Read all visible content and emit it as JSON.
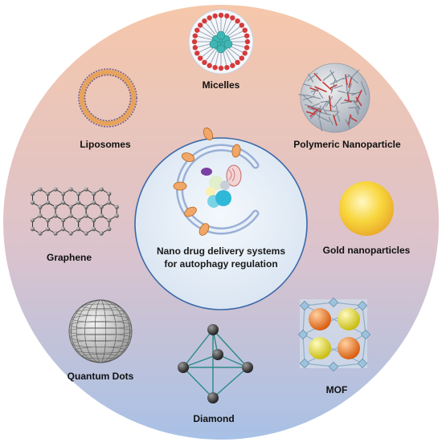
{
  "center": {
    "line1": "Nano drug delivery systems",
    "line2": "for autophagy regulation"
  },
  "items": {
    "micelles": "Micelles",
    "liposomes": "Liposomes",
    "polymeric": "Polymeric Nanoparticle",
    "graphene": "Graphene",
    "gold": "Gold nanoparticles",
    "quantum": "Quantum Dots",
    "diamond": "Diamond",
    "mof": "MOF"
  },
  "colors": {
    "outer_top": "#f5c6a9",
    "outer_bottom": "#a9c2e6",
    "ring_stroke": "#3a68a8",
    "inner_fill": "#e9f0f8",
    "gold": "#f6cf2e",
    "mof_orange": "#ef7a22",
    "mof_yellow": "#e8df2a",
    "micelle_core": "#3fb6b4",
    "micelle_head": "#d43b3b",
    "liposome_ring": "#e8a25a"
  }
}
